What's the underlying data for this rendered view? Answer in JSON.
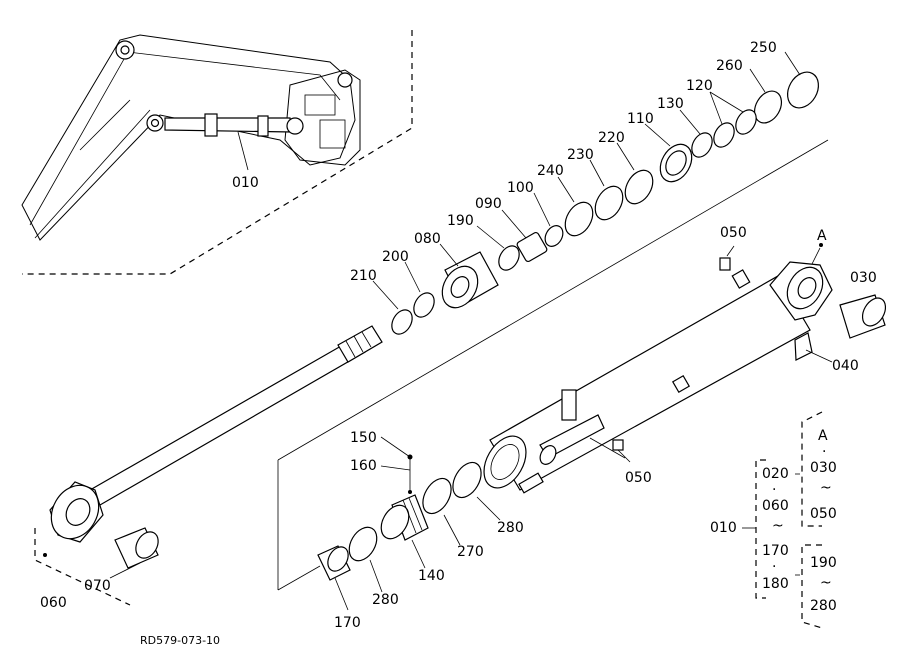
{
  "figure_code": "RD579-073-10",
  "inset_label": "010",
  "detail_mark": "A",
  "parts": {
    "p250": "250",
    "p260": "260",
    "p120": "120",
    "p130": "130",
    "p110": "110",
    "p220": "220",
    "p230": "230",
    "p240": "240",
    "p100": "100",
    "p090": "090",
    "p190": "190",
    "p080": "080",
    "p200": "200",
    "p210": "210",
    "p050a": "050",
    "pA": "A",
    "p030": "030",
    "p040": "040",
    "p150": "150",
    "p160": "160",
    "p050b": "050",
    "p280a": "280",
    "p270": "270",
    "p140": "140",
    "p280b": "280",
    "p170": "170",
    "p060": "060",
    "p070": "070"
  },
  "legend": {
    "root": "010",
    "g1_a": "020",
    "g1_dot": "·",
    "g1_b": "060",
    "g1_tilde": "~",
    "g1_c": "170",
    "g1_dot2": "·",
    "g1_d": "180",
    "g2_head": "A",
    "g2_dot": "·",
    "g2_a": "030",
    "g2_tilde": "~",
    "g2_b": "050",
    "g3_a": "190",
    "g3_tilde": "~",
    "g3_b": "280"
  }
}
